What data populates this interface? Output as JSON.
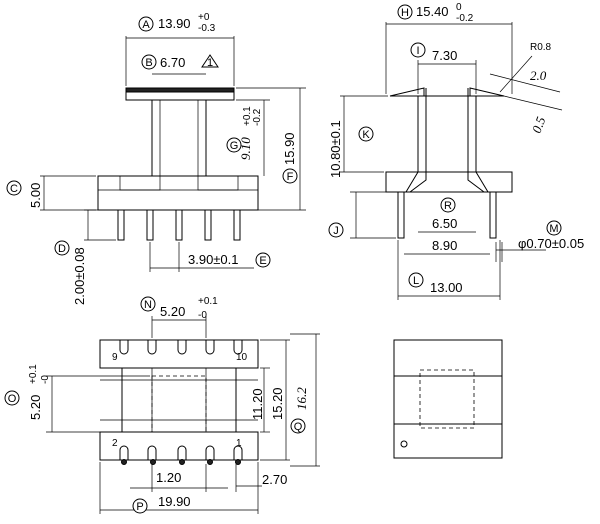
{
  "labels": {
    "A": "A",
    "B": "B",
    "C": "C",
    "D": "D",
    "E": "E",
    "F": "F",
    "G": "G",
    "H": "H",
    "I": "I",
    "K": "K",
    "J": "J",
    "R": "R",
    "M": "M",
    "L": "L",
    "N": "N",
    "O": "O",
    "P": "P",
    "Q": "Q",
    "warning": "1"
  },
  "front_view": {
    "width_top": "13.90",
    "width_top_tol_upper": "+0",
    "width_top_tol_lower": "-0.3",
    "core_width": "6.70",
    "height_total": "15.90",
    "height_inner": "9.10",
    "height_inner_tol_upper": "+0.1",
    "height_inner_tol_lower": "-0.2",
    "base_height": "5.00",
    "pin_length": "2.00±0.08",
    "pin_pitch": "3.90±0.1"
  },
  "side_view": {
    "width_top": "15.40",
    "width_top_tol_upper": "0",
    "width_top_tol_lower": "-0.2",
    "core_width": "7.30",
    "radius": "R0.8",
    "slot_a": "2.0",
    "slot_b": "0.5",
    "height": "10.80±0.1",
    "inner_a": "6.50",
    "inner_b": "8.90",
    "pin_dia": "φ0.70±0.05",
    "total_width": "13.00"
  },
  "bottom_view": {
    "slot_width": "5.20",
    "slot_tol_upper": "+0.1",
    "slot_tol_lower": "-0",
    "side_dim": "5.20",
    "side_tol_upper": "+0.1",
    "side_tol_lower": "-0",
    "inner_h": "11.20",
    "mid_h": "15.20",
    "outer_h": "16.2",
    "pin_gap": "1.20",
    "edge": "2.70",
    "total_w": "19.90",
    "pin_num_tl": "9",
    "pin_num_tr": "10",
    "pin_num_bl": "2",
    "pin_num_br": "1"
  }
}
